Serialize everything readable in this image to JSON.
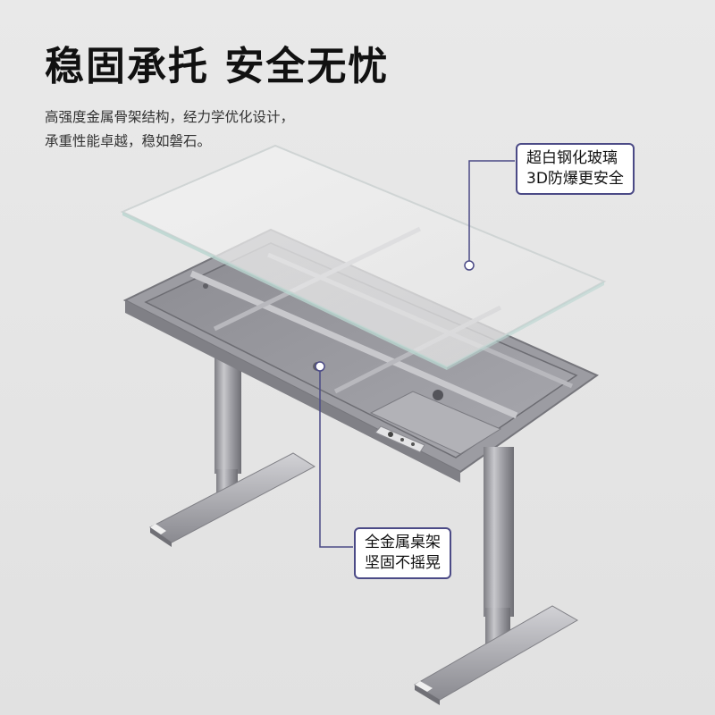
{
  "headline": "稳固承托 安全无忧",
  "subcopy": {
    "line1": "高强度金属骨架结构，经力学优化设计，",
    "line2": "承重性能卓越，稳如磐石。"
  },
  "callouts": {
    "glass": {
      "line1": "超白钢化玻璃",
      "line2": "3D防爆更安全"
    },
    "frame": {
      "line1": "全金属桌架",
      "line2": "坚固不摇晃"
    }
  },
  "colors": {
    "callout_border": "#4b4a86",
    "headline": "#111111",
    "metal": "#9a9aa0",
    "glass": "#ececec"
  }
}
